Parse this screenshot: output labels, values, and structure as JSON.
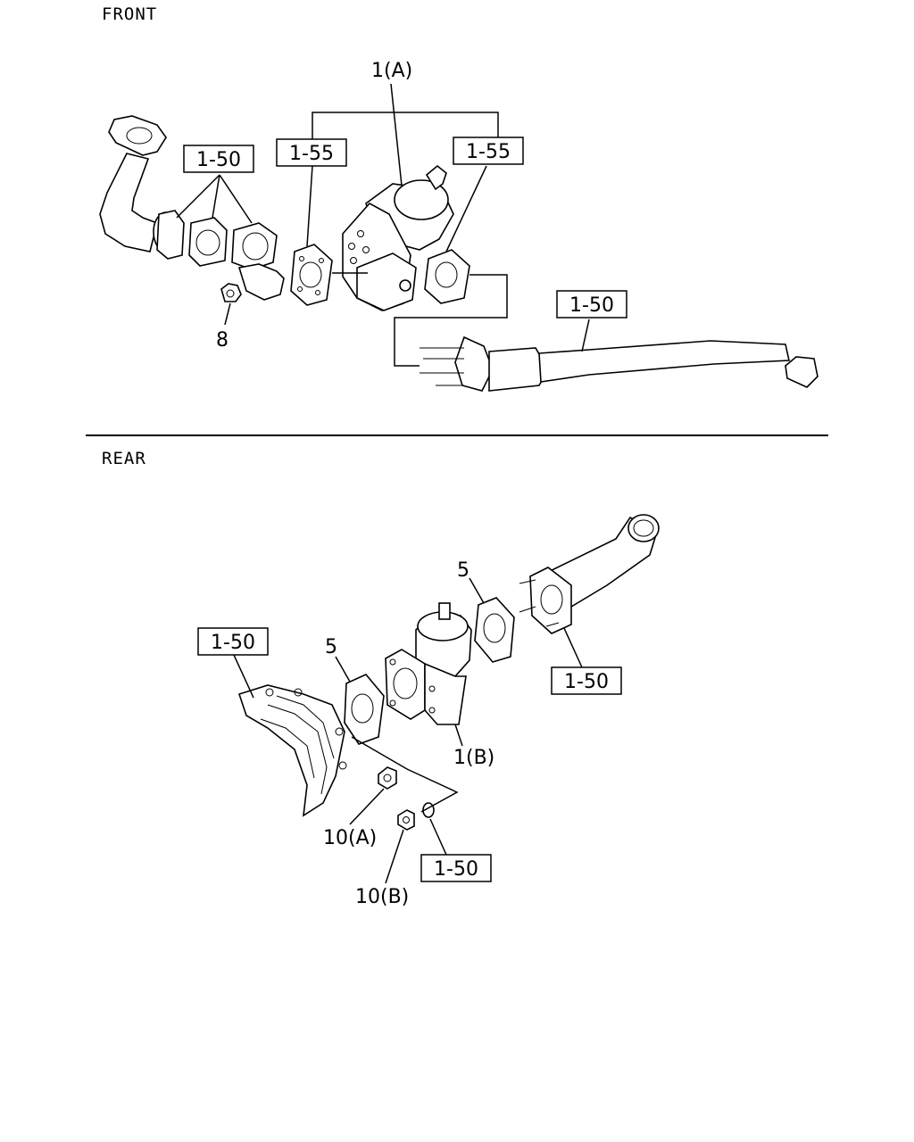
{
  "sections": {
    "front": "FRONT",
    "rear": "REAR"
  },
  "front": {
    "ref_left": "1-50",
    "ref_mid": "1-55",
    "ref_right": "1-55",
    "ref_pipe": "1-50",
    "part_valve": "1(A)",
    "part_nut": "8"
  },
  "rear": {
    "ref_manifold": "1-50",
    "ref_pipe": "1-50",
    "ref_washer": "1-50",
    "part_gasket_a": "5",
    "part_gasket_b": "5",
    "part_valve": "1(B)",
    "part_nut_a": "10(A)",
    "part_nut_b": "10(B)"
  }
}
